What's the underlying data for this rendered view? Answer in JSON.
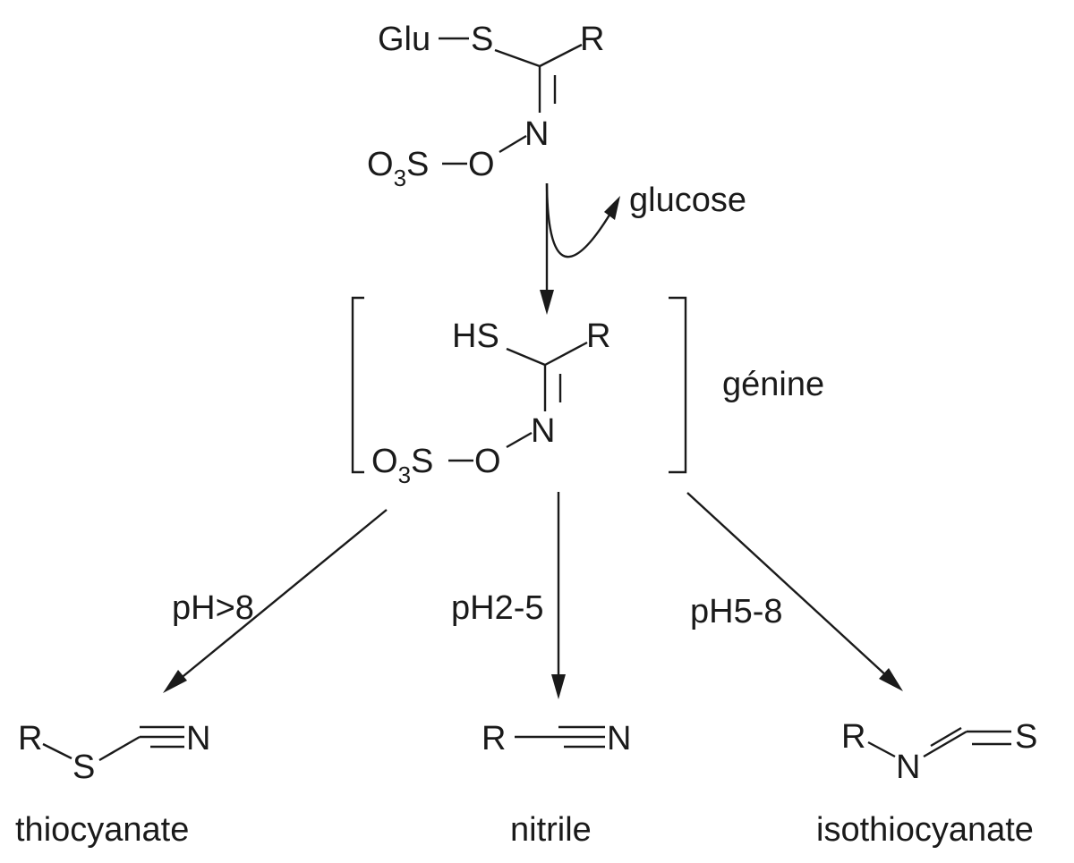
{
  "glucosinolate": {
    "glu": "Glu",
    "s": "S",
    "r": "R",
    "n": "N",
    "o": "O",
    "o3s_o": "O",
    "o3s_sub": "3",
    "o3s_s": "S"
  },
  "glucose_label": "glucose",
  "genine": {
    "hs": "HS",
    "r": "R",
    "n": "N",
    "o": "O",
    "o3s_o": "O",
    "o3s_sub": "3",
    "o3s_s": "S",
    "label": "génine"
  },
  "conditions": {
    "left": "pH>8",
    "middle": "pH2-5",
    "right": "pH5-8"
  },
  "products": {
    "thiocyanate": {
      "r": "R",
      "s": "S",
      "n": "N",
      "name": "thiocyanate"
    },
    "nitrile": {
      "r": "R",
      "n": "N",
      "name": "nitrile"
    },
    "isothiocyanate": {
      "r": "R",
      "n": "N",
      "s": "S",
      "name": "isothiocyanate"
    }
  }
}
